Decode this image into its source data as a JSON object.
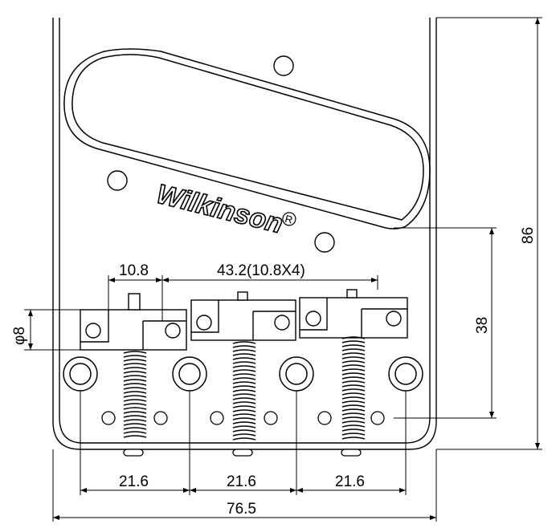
{
  "brand": {
    "name": "Wilkinson",
    "registered_mark": "R"
  },
  "dimensions": {
    "string_spacing": "10.8",
    "total_string_spread": "43.2(10.8X4)",
    "saddle_diameter": "φ8",
    "mounting_hole_spacing": "21.6",
    "pickup_to_hole_height": "38",
    "overall_height": "86",
    "overall_width": "76.5"
  },
  "colors": {
    "line": "#000000",
    "background": "#ffffff"
  }
}
